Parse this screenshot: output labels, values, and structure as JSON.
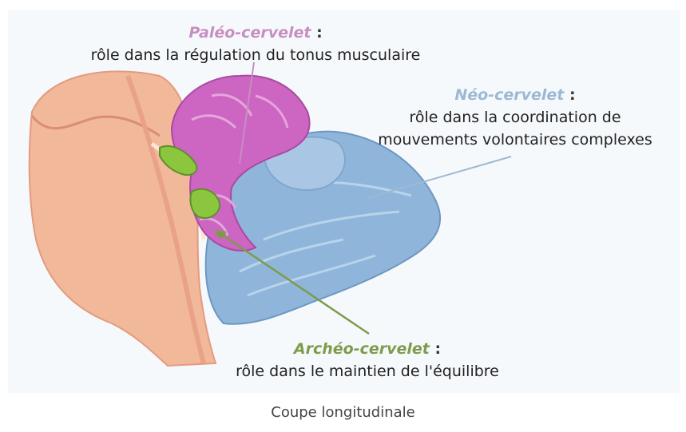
{
  "colors": {
    "paleo": "#c78ec0",
    "neo": "#9bb9d4",
    "archeo": "#7e9b49",
    "brainstem": "#f2b89a",
    "pink_lobe": "#cc66c2",
    "blue_lobe": "#8fb6da",
    "green_lobe": "#8cc63f"
  },
  "labels": {
    "paleo": {
      "name": "Paléo-cervelet",
      "colon": " :",
      "desc": "rôle dans la régulation du tonus musculaire"
    },
    "neo": {
      "name": "Néo-cervelet",
      "colon": " :",
      "desc1": "rôle dans la coordination de",
      "desc2": "mouvements volontaires complexes"
    },
    "archeo": {
      "name": "Archéo-cervelet",
      "colon": " :",
      "desc": "rôle dans le maintien de l'équilibre"
    }
  },
  "caption": "Coupe longitudinale"
}
